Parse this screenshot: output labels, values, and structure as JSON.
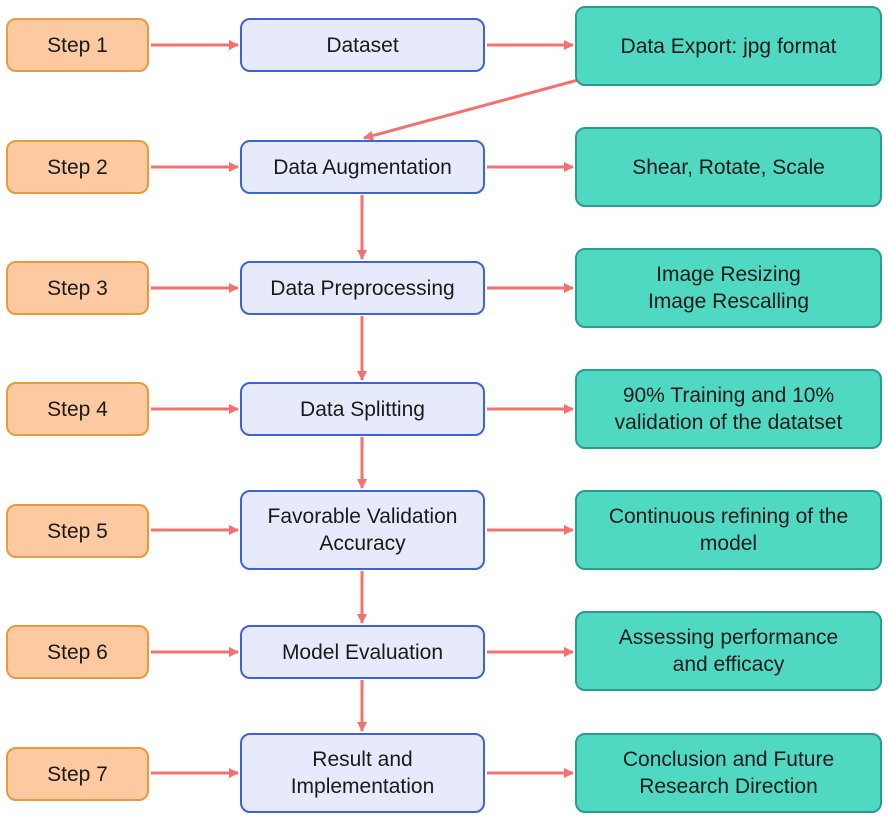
{
  "diagram": {
    "rows": [
      {
        "step": "Step 1",
        "process": "Dataset",
        "detail": "Data Export: jpg format"
      },
      {
        "step": "Step 2",
        "process": "Data Augmentation",
        "detail": "Shear, Rotate, Scale"
      },
      {
        "step": "Step 3",
        "process": "Data Preprocessing",
        "detail": "Image Resizing\nImage Rescalling"
      },
      {
        "step": "Step 4",
        "process": "Data Splitting",
        "detail": "90% Training and 10%\nvalidation of the datatset"
      },
      {
        "step": "Step 5",
        "process": "Favorable Validation\nAccuracy",
        "detail": "Continuous refining of the\nmodel"
      },
      {
        "step": "Step 6",
        "process": "Model Evaluation",
        "detail": "Assessing performance\nand efficacy"
      },
      {
        "step": "Step 7",
        "process": "Result and\nImplementation",
        "detail": "Conclusion and Future\nResearch Direction"
      }
    ],
    "colors": {
      "step_fill": "#fcc9a0",
      "step_border": "#e89a3c",
      "process_fill": "#e6eafb",
      "process_border": "#3d63d9",
      "detail_fill": "#4fd9c3",
      "detail_border": "#2b9d8d",
      "arrow": "#f4716f"
    }
  }
}
